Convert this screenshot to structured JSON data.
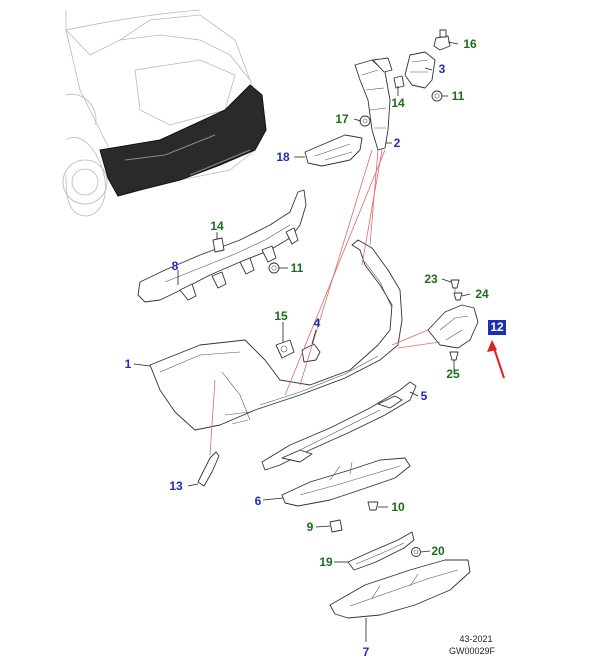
{
  "callouts": [
    {
      "number": "1",
      "color": "blue"
    },
    {
      "number": "2",
      "color": "blue"
    },
    {
      "number": "3",
      "color": "blue"
    },
    {
      "number": "4",
      "color": "blue"
    },
    {
      "number": "5",
      "color": "blue"
    },
    {
      "number": "6",
      "color": "blue"
    },
    {
      "number": "7",
      "color": "blue"
    },
    {
      "number": "8",
      "color": "blue"
    },
    {
      "number": "9",
      "color": "green"
    },
    {
      "number": "10",
      "color": "green"
    },
    {
      "number": "11",
      "color": "green"
    },
    {
      "number": "11",
      "color": "green"
    },
    {
      "number": "12",
      "color": "highlight"
    },
    {
      "number": "13",
      "color": "blue"
    },
    {
      "number": "14",
      "color": "green"
    },
    {
      "number": "14",
      "color": "green"
    },
    {
      "number": "15",
      "color": "green"
    },
    {
      "number": "16",
      "color": "green"
    },
    {
      "number": "17",
      "color": "green"
    },
    {
      "number": "18",
      "color": "blue"
    },
    {
      "number": "19",
      "color": "green"
    },
    {
      "number": "20",
      "color": "green"
    },
    {
      "number": "23",
      "color": "green"
    },
    {
      "number": "24",
      "color": "green"
    },
    {
      "number": "25",
      "color": "green"
    }
  ],
  "colors": {
    "blue": "#1f2fb4",
    "green": "#1d6d1d",
    "highlight": "#1f2fb4",
    "arrow": "#e02020"
  },
  "footer": {
    "date": "43-2021",
    "code": "GW00029F"
  }
}
